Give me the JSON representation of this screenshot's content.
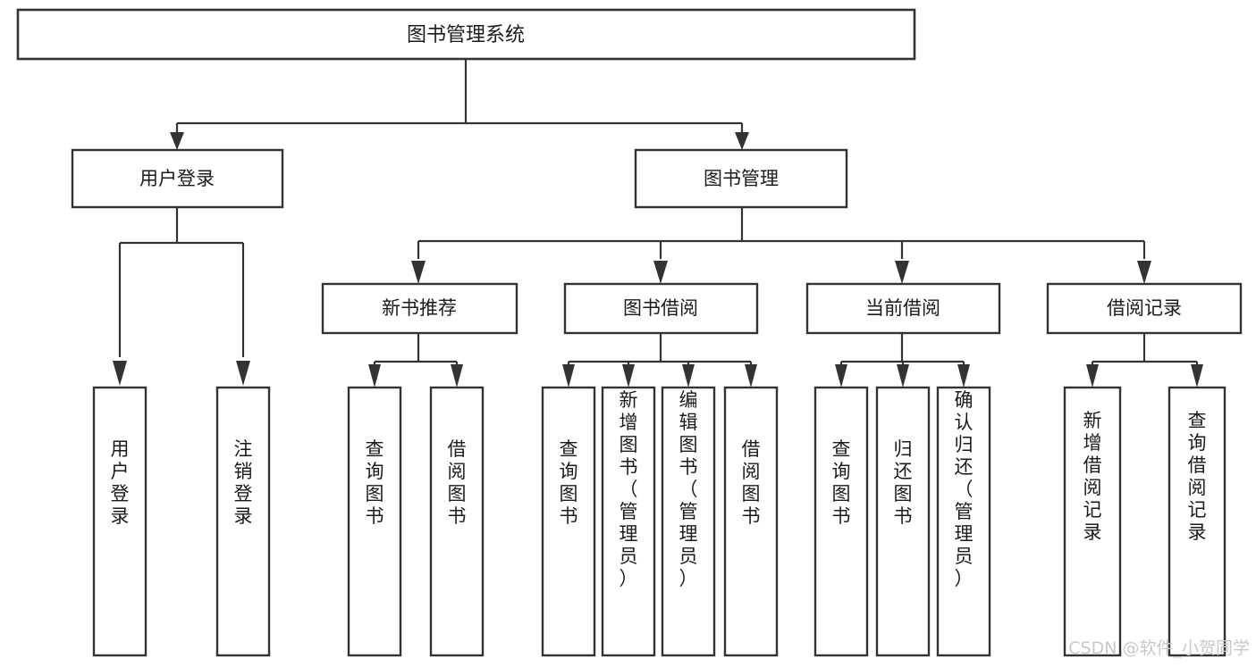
{
  "diagram": {
    "type": "tree-hierarchy",
    "title": "图书管理系统",
    "orientation": "top-down",
    "colors": {
      "box_stroke": "#333333",
      "box_fill": "#ffffff",
      "text": "#1b1b1b",
      "background": "#ffffff",
      "watermark": "#c9c9c9"
    },
    "root": {
      "label": "图书管理系统"
    },
    "level1": [
      {
        "id": "user-login",
        "label": "用户登录"
      },
      {
        "id": "book-manage",
        "label": "图书管理"
      }
    ],
    "level2": [
      {
        "id": "new-book-recommend",
        "label": "新书推荐",
        "parent": "book-manage"
      },
      {
        "id": "book-borrow",
        "label": "图书借阅",
        "parent": "book-manage"
      },
      {
        "id": "current-borrow",
        "label": "当前借阅",
        "parent": "book-manage"
      },
      {
        "id": "borrow-record",
        "label": "借阅记录",
        "parent": "book-manage"
      }
    ],
    "leaves": {
      "user-login": [
        {
          "id": "leaf-user-login",
          "label": "用户登录"
        },
        {
          "id": "leaf-logout",
          "label": "注销登录"
        }
      ],
      "new-book-recommend": [
        {
          "id": "leaf-query-book-1",
          "label": "查询图书"
        },
        {
          "id": "leaf-borrow-book-1",
          "label": "借阅图书"
        }
      ],
      "book-borrow": [
        {
          "id": "leaf-query-book-2",
          "label": "查询图书"
        },
        {
          "id": "leaf-add-book",
          "label": "新增图书（管理员）"
        },
        {
          "id": "leaf-edit-book",
          "label": "编辑图书（管理员）"
        },
        {
          "id": "leaf-borrow-book-2",
          "label": "借阅图书"
        }
      ],
      "current-borrow": [
        {
          "id": "leaf-query-book-3",
          "label": "查询图书"
        },
        {
          "id": "leaf-return-book",
          "label": "归还图书"
        },
        {
          "id": "leaf-confirm-return",
          "label": "确认归还（管理员）"
        }
      ],
      "borrow-record": [
        {
          "id": "leaf-add-record",
          "label": "新增借阅记录"
        },
        {
          "id": "leaf-query-record",
          "label": "查询借阅记录"
        }
      ]
    }
  },
  "watermark": {
    "label": "CSDN @软件_小贺同学"
  }
}
